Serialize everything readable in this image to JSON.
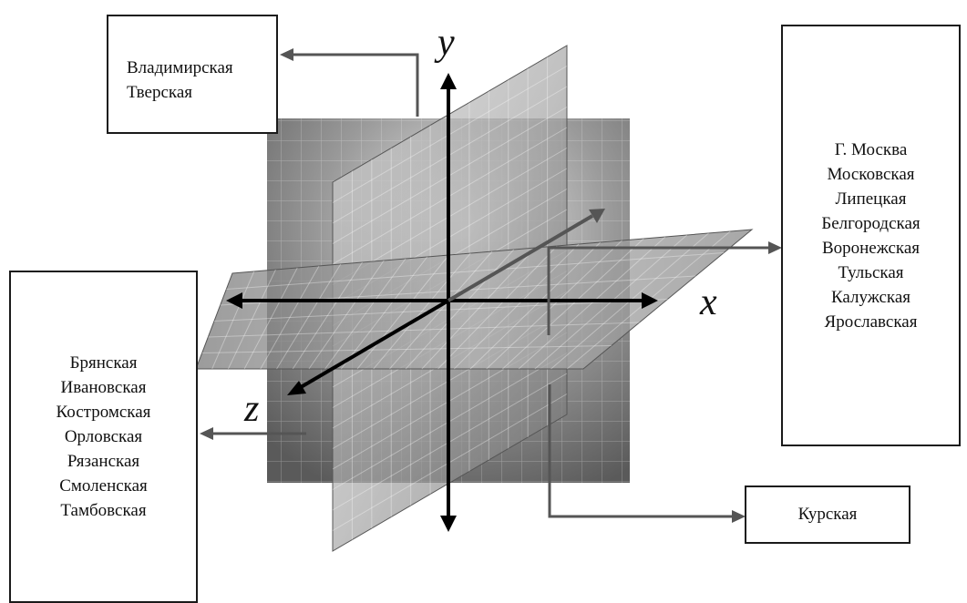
{
  "axes": {
    "x": "x",
    "y": "y",
    "z": "z"
  },
  "boxes": {
    "top_left": {
      "lines": [
        "Владимирская",
        "Тверская"
      ]
    },
    "right": {
      "lines": [
        "Г. Москва",
        "Московская",
        "Липецкая",
        "Белгородская",
        "Воронежская",
        "Тульская",
        "Калужская",
        "Ярославская"
      ]
    },
    "left": {
      "lines": [
        "Брянская",
        "Ивановская",
        "Костромская",
        "Орловская",
        "Рязанская",
        "Смоленская",
        "Тамбовская"
      ]
    },
    "bottom_right": {
      "lines": [
        "Курская"
      ]
    }
  }
}
